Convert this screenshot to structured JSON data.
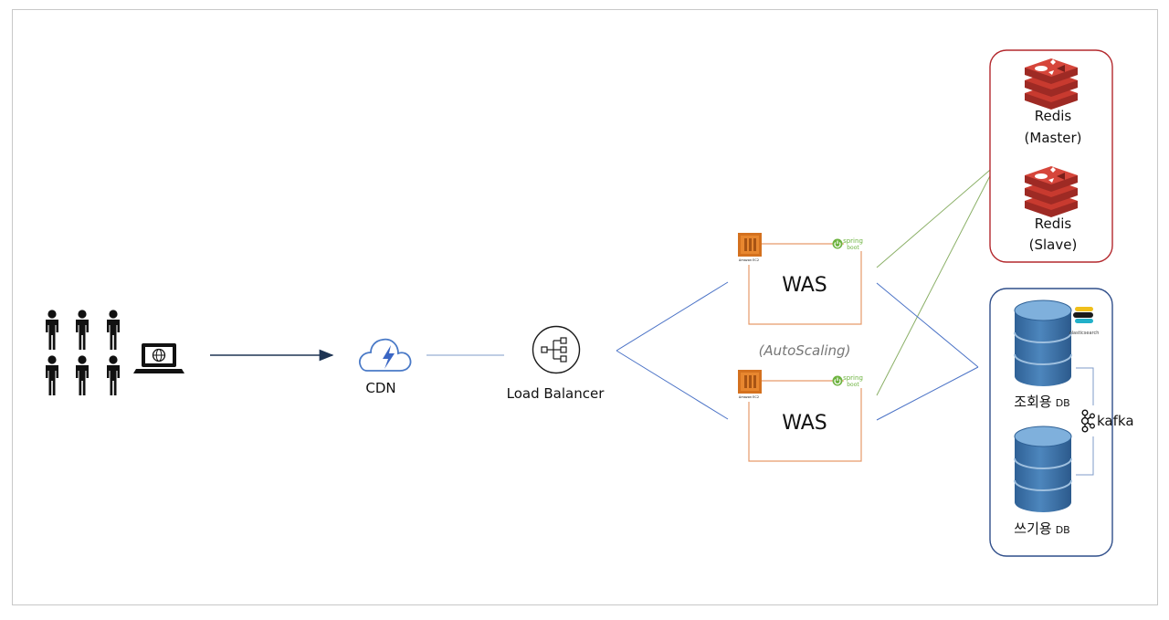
{
  "labels": {
    "cdn": "CDN",
    "load_balancer": "Load Balancer",
    "autoscaling": "(AutoScaling)",
    "was_top": "WAS",
    "was_bottom": "WAS",
    "ec2_caption": "Amazon EC2",
    "spring_word": "spring",
    "boot_word": "boot",
    "redis_master_name": "Redis",
    "redis_master_role": "(Master)",
    "redis_slave_name": "Redis",
    "redis_slave_role": "(Slave)",
    "read_db_prefix": "조회용",
    "read_db_suffix": "DB",
    "write_db_prefix": "쓰기용",
    "write_db_suffix": "DB",
    "kafka": "kafka",
    "elasticsearch": "elasticsearch"
  },
  "colors": {
    "frame_border": "#c8c8c8",
    "cdn_blue": "#4a7ac7",
    "cdn_bolt": "#3a66c4",
    "was_border": "#e79a6a",
    "ec2_orange": "#e07b24",
    "spring_green": "#6db33f",
    "redis_border": "#b3282d",
    "redis_red": "#c83a2f",
    "db_border": "#2f4e8a",
    "db_blue": "#3e75a8",
    "blue_line": "#4a72c6",
    "green_line": "#8bb067",
    "arrow_dark": "#1f3554",
    "grey_text": "#777777"
  },
  "icons": {
    "users": "people-group-icon",
    "client": "laptop-globe-icon",
    "cdn": "cloud-lightning-icon",
    "load_balancer": "load-balancer-icon",
    "ec2": "amazon-ec2-icon",
    "spring": "spring-boot-icon",
    "redis": "redis-icon",
    "database": "database-cylinder-icon",
    "kafka": "kafka-icon",
    "elasticsearch": "elasticsearch-icon"
  }
}
